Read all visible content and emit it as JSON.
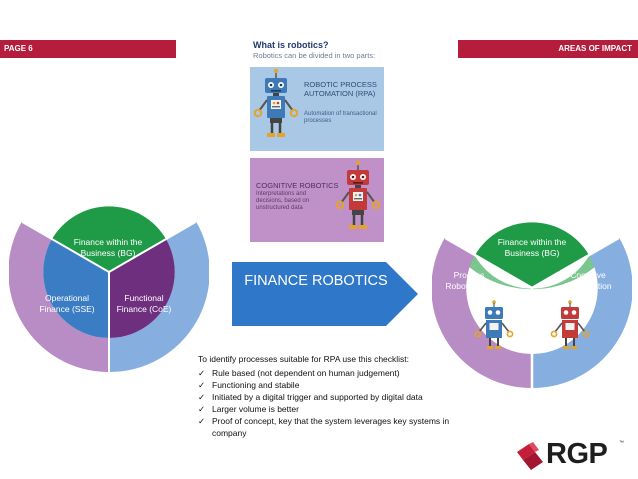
{
  "header": {
    "page_label": "PAGE 6",
    "section_label": "AREAS OF IMPACT"
  },
  "robotics": {
    "title": "What is robotics?",
    "subtitle": "Robotics can be divided in two parts:",
    "rpa": {
      "title": "ROBOTIC PROCESS AUTOMATION (RPA)",
      "description": "Automation of transactional processes",
      "icon": "blue-robot-icon"
    },
    "cognitive": {
      "title": "COGNITIVE ROBOTICS",
      "description": "Interpretations and decisions, based on unstructured data",
      "icon": "red-robot-icon"
    }
  },
  "left_wheel": {
    "top": "Finance within the Business (BG)",
    "left": "Operational Finance (SSE)",
    "right": "Functional Finance (CoE)"
  },
  "arrow": {
    "label": "FINANCE ROBOTICS"
  },
  "right_wheel": {
    "top": "Finance within the Business (BG)",
    "left": "Process Robotisation",
    "right": "Cognitive Robotisation"
  },
  "checklist": {
    "intro": "To identify processes suitable for RPA use this checklist:",
    "items": [
      "Rule based (not dependent on human judgement)",
      "Functioning and stabile",
      "Initiated by a digital trigger and supported by digital data",
      "Larger volume is better",
      "Proof of concept, key that the system leverages key systems in company"
    ]
  },
  "logo": {
    "text": "RGP",
    "trademark": "™"
  },
  "colors": {
    "brand_red": "#b41e3c",
    "green_light": "#7bc58e",
    "green_dark": "#1f9a47",
    "blue_light": "#86afe0",
    "blue_dark": "#3b7dc4",
    "purple_light": "#b88cc4",
    "purple_dark": "#6f2f7f",
    "arrow_blue": "#2f78c9"
  }
}
